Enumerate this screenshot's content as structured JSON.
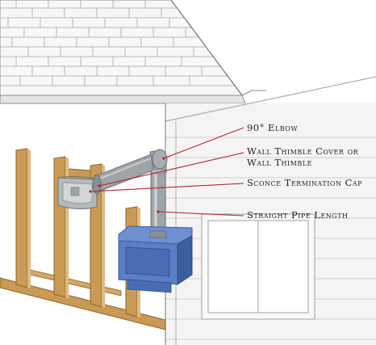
{
  "labels": {
    "elbow": "90° Elbow",
    "thimble_line1": "Wall Thimble Cover or",
    "thimble_line2": "Wall Thimble",
    "sconce": "Sconce Termination Cap",
    "pipe": "Straight Pipe Length"
  },
  "colors": {
    "leader": "#b3262a",
    "stud": "#c99a55",
    "stud_edge": "#8a6430",
    "stove": "#5a7fc4",
    "stove_dark": "#3d5e9e",
    "pipe": "#9fa4a8",
    "pipe_dark": "#6e7378",
    "line": "#8c8c8c"
  }
}
